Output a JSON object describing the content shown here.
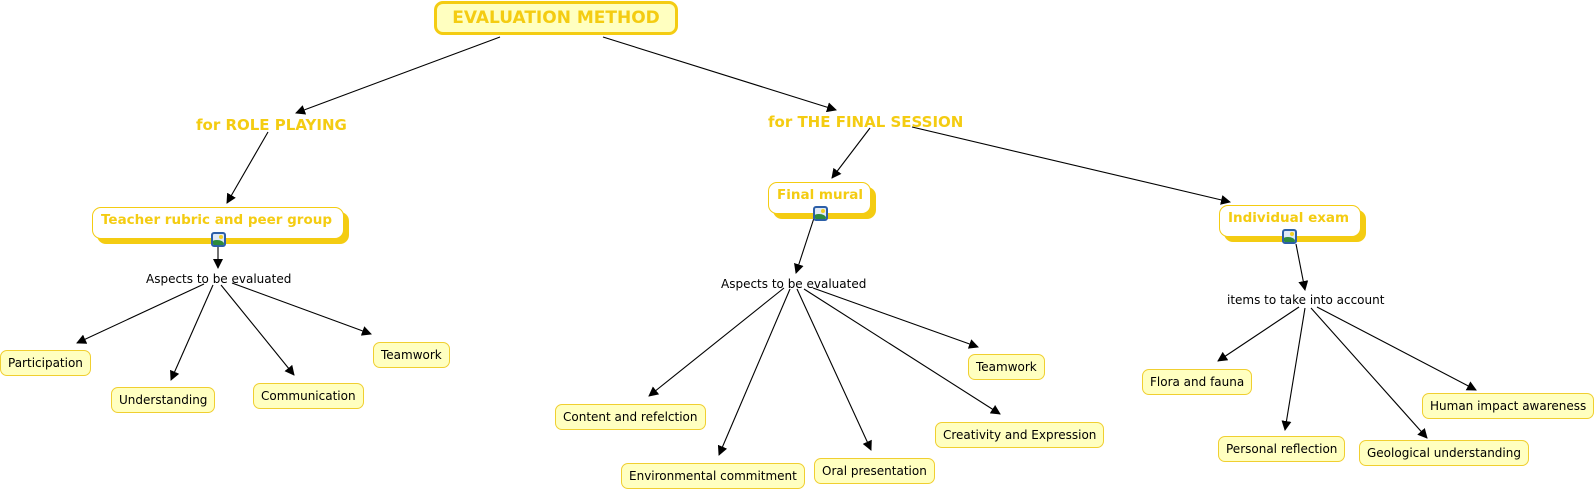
{
  "map": {
    "root": "EVALUATION METHOD",
    "branches": {
      "role_playing": {
        "label": "for ROLE PLAYING",
        "concept": "Teacher rubric and peer group",
        "linking": "Aspects to be evaluated",
        "items": [
          "Participation",
          "Understanding",
          "Communication",
          "Teamwork"
        ]
      },
      "final_session": {
        "label": "for THE FINAL SESSION",
        "mural": {
          "concept": "Final mural",
          "linking": "Aspects to be evaluated",
          "items": [
            "Content and refelction",
            "Environmental commitment",
            "Oral presentation",
            "Creativity and Expression",
            "Teamwork"
          ]
        },
        "exam": {
          "concept": "Individual exam",
          "linking": "items to take into account",
          "items": [
            "Flora and fauna",
            "Personal reflection",
            "Geological understanding",
            "Human impact awareness"
          ]
        }
      }
    },
    "icons": {
      "attachment": "image-attachment-icon"
    },
    "colors": {
      "accent": "#f4cc12",
      "leaf_fill": "#ffffc0",
      "line": "#000000"
    }
  }
}
